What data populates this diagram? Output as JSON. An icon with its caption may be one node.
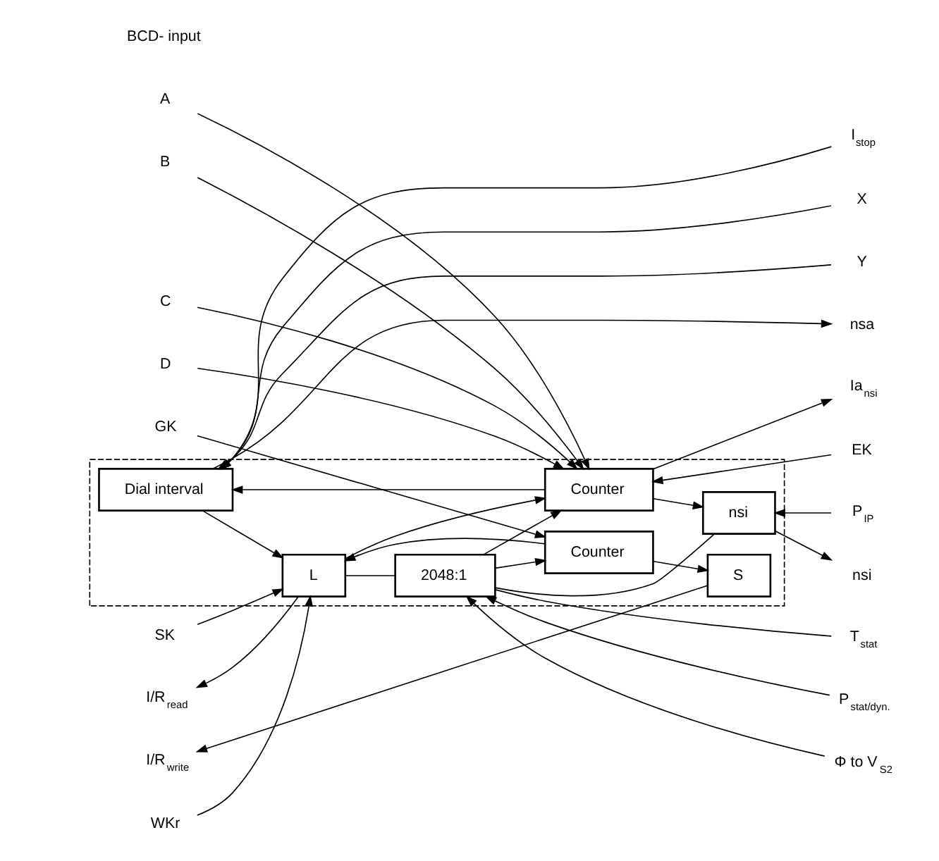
{
  "diagram": {
    "nodes": [
      {
        "text": [],
        "shape": "box"
      },
      {
        "text": [
          "Dial interval"
        ],
        "in": 0
      },
      {
        "text": [
          "Counter"
        ],
        "in": 0
      },
      {
        "text": [
          "Counter"
        ],
        "in": 0
      },
      {
        "text": [
          "L"
        ],
        "in": 0
      },
      {
        "text": [
          "S"
        ],
        "in": 0
      },
      {
        "text": [
          "2048:1"
        ],
        "in": 0
      },
      {
        "text": [
          "nsi"
        ],
        "in": 0
      },
      {
        "text": [
          "A"
        ]
      },
      {
        "text": [
          "B"
        ]
      },
      {
        "text": [
          "C"
        ]
      },
      {
        "text": [
          "D"
        ]
      },
      {
        "text": [
          "GK"
        ]
      },
      {
        "text": [
          "SK"
        ]
      },
      {
        "text": [
          "I/R$_{read}$"
        ]
      },
      {
        "text": [
          "I/R$_{write}$"
        ]
      },
      {
        "text": [
          "WKr"
        ]
      },
      {
        "text": [
          "I$_{stop}$"
        ]
      },
      {
        "text": [
          "X"
        ]
      },
      {
        "text": [
          "Y"
        ]
      },
      {
        "text": [
          "nsa"
        ]
      },
      {
        "text": [
          "Ia$_{nsi}$"
        ]
      },
      {
        "text": [
          "EK"
        ]
      },
      {
        "text": [
          "P$_{IP}$"
        ]
      },
      {
        "text": [
          "nsi"
        ]
      },
      {
        "text": [
          "T$_{stat}$"
        ]
      },
      {
        "text": [
          "P$_{stat/dyn.}$"
        ]
      },
      {
        "text": [
          "Φ to V$_{S2}$"
        ]
      }
    ],
    "edges": [
      {
        "from": 8,
        "to": 2,
        "arrow": "to"
      },
      {
        "from": 9,
        "to": 2,
        "arrow": "to"
      },
      {
        "from": 10,
        "to": 2,
        "arrow": "to"
      },
      {
        "from": 11,
        "to": 2,
        "arrow": "to"
      },
      {
        "from": 12,
        "to": 3,
        "arrow": "to"
      },
      {
        "from": 2,
        "to": 1,
        "arrow": "to"
      },
      {
        "from": 17,
        "to": 1,
        "arrow": "to"
      },
      {
        "from": 18,
        "to": 1,
        "arrow": "to"
      },
      {
        "from": 19,
        "to": 1,
        "arrow": "to"
      },
      {
        "from": 1,
        "to": 20,
        "arrow": "to"
      },
      {
        "from": 2,
        "to": 21,
        "arrow": "to"
      },
      {
        "from": 2,
        "to": 7,
        "arrow": "to"
      },
      {
        "from": 22,
        "to": 2,
        "arrow": "to"
      },
      {
        "from": 1,
        "to": 4,
        "arrow": "to"
      },
      {
        "from": 6,
        "to": 2,
        "arrow": "to"
      },
      {
        "from": 6,
        "to": 7,
        "arrow": "none"
      },
      {
        "from": 4,
        "to": 14,
        "arrow": "to"
      },
      {
        "from": 4,
        "to": 2,
        "arrow": "to"
      },
      {
        "from": 6,
        "to": 3,
        "arrow": "to"
      },
      {
        "from": 13,
        "to": 4,
        "arrow": "to"
      },
      {
        "from": 3,
        "to": 4,
        "arrow": "to"
      },
      {
        "from": 3,
        "to": 5,
        "arrow": "to"
      },
      {
        "from": 16,
        "to": 4,
        "arrow": "to"
      },
      {
        "from": 5,
        "to": 15,
        "arrow": "to"
      },
      {
        "from": 4,
        "to": 6,
        "arrow": "none"
      },
      {
        "from": 23,
        "to": 7,
        "arrow": "to"
      },
      {
        "from": 7,
        "to": 24,
        "arrow": "to"
      },
      {
        "from": 6,
        "to": 25,
        "arrow": "none"
      },
      {
        "from": 26,
        "to": 6,
        "arrow": "to"
      },
      {
        "from": 27,
        "to": 6,
        "arrow": "to"
      }
    ],
    "labels": [
      "BCD- input"
    ]
  }
}
